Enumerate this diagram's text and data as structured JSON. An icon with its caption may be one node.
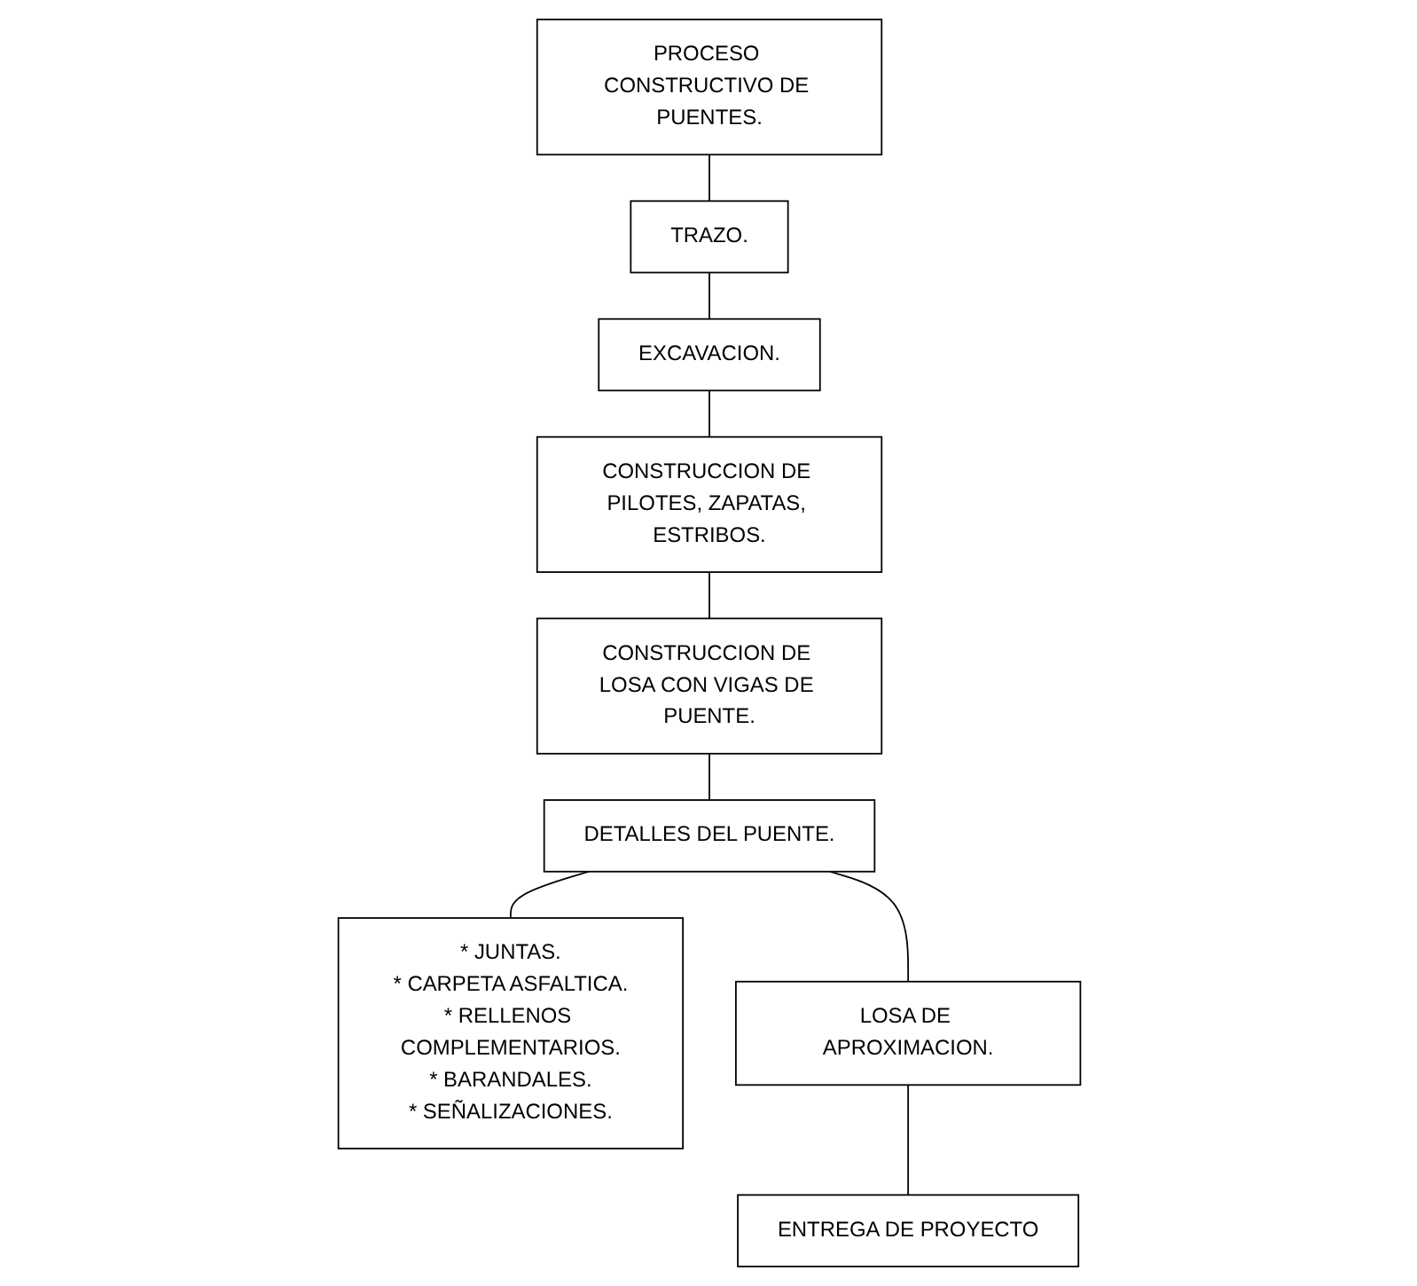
{
  "diagram": {
    "nodes": [
      {
        "text": [
          "PROCESO CONSTRUCTIVO DE PUENTES."
        ]
      },
      {
        "text": [
          "TRAZO."
        ]
      },
      {
        "text": [
          "EXCAVACION."
        ]
      },
      {
        "text": [
          "CONSTRUCCION DE PILOTES, ZAPATAS, ESTRIBOS."
        ]
      },
      {
        "text": [
          "CONSTRUCCION DE LOSA CON VIGAS DE PUENTE."
        ]
      },
      {
        "text": [
          "DETALLES DEL PUENTE."
        ]
      },
      {
        "text": [
          "* JUNTAS.",
          "* CARPETA ASFALTICA.",
          "* RELLENOS COMPLEMENTARIOS.",
          "* BARANDALES.",
          "* SEÑALIZACIONES."
        ]
      },
      {
        "text": [
          "LOSA DE APROXIMACION."
        ]
      },
      {
        "text": [
          "ENTREGA DE PROYECTO"
        ]
      }
    ],
    "edges": [
      {
        "from": 0,
        "to": 1,
        "arrow": "none"
      },
      {
        "from": 1,
        "to": 2,
        "arrow": "none"
      },
      {
        "from": 2,
        "to": 3,
        "arrow": "none"
      },
      {
        "from": 3,
        "to": 4,
        "arrow": "none"
      },
      {
        "from": 4,
        "to": 5,
        "arrow": "none"
      },
      {
        "from": 5,
        "to": 6,
        "arrow": "none"
      },
      {
        "from": 5,
        "to": 7,
        "arrow": "none"
      },
      {
        "from": 7,
        "to": 8,
        "arrow": "none"
      }
    ]
  }
}
